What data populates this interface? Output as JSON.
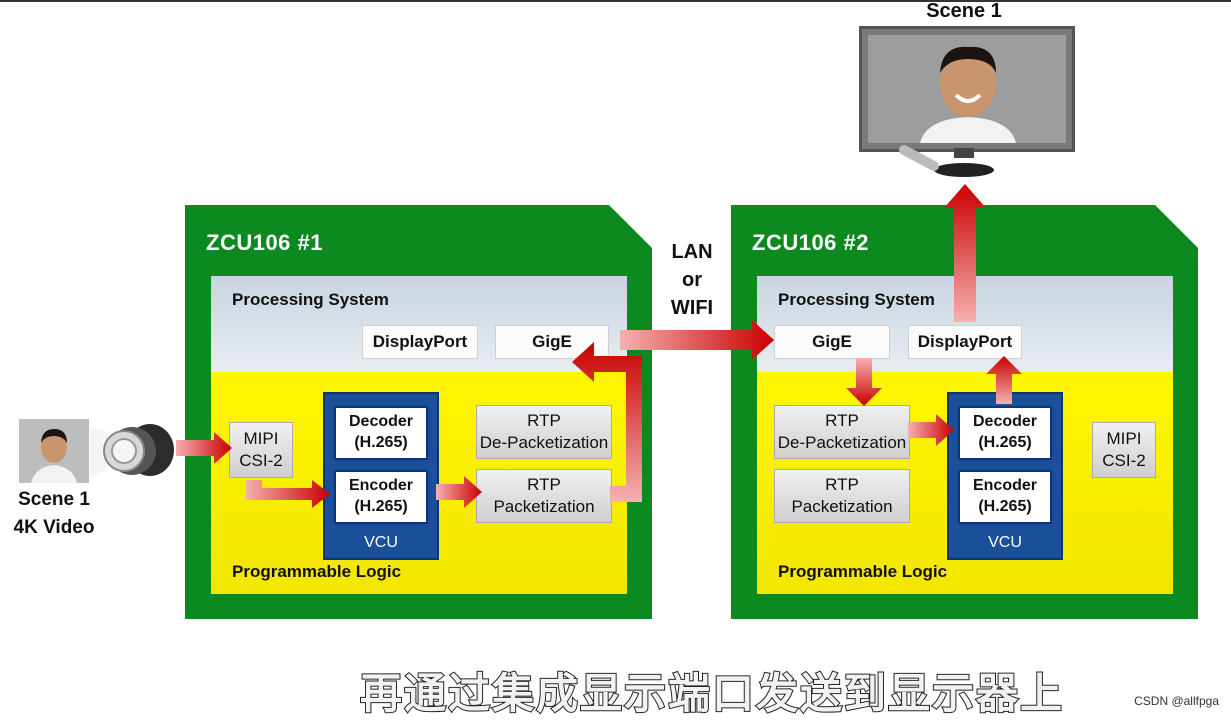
{
  "boards": [
    {
      "title": "ZCU106  #1",
      "ps_label": "Processing System",
      "pl_label": "Programmable Logic",
      "displayport": "DisplayPort",
      "gige": "GigE",
      "mipi": [
        "MIPI",
        "CSI-2"
      ],
      "rtp_depack": [
        "RTP",
        "De-Packetization"
      ],
      "rtp_pack": [
        "RTP",
        "Packetization"
      ],
      "decoder": [
        "Decoder",
        "(H.265)"
      ],
      "encoder": [
        "Encoder",
        "(H.265)"
      ],
      "vcu": "VCU"
    },
    {
      "title": "ZCU106  #2",
      "ps_label": "Processing System",
      "pl_label": "Programmable Logic",
      "displayport": "DisplayPort",
      "gige": "GigE",
      "mipi": [
        "MIPI",
        "CSI-2"
      ],
      "rtp_depack": [
        "RTP",
        "De-Packetization"
      ],
      "rtp_pack": [
        "RTP",
        "Packetization"
      ],
      "decoder": [
        "Decoder",
        "(H.265)"
      ],
      "encoder": [
        "Encoder",
        "(H.265)"
      ],
      "vcu": "VCU"
    }
  ],
  "link_label": [
    "LAN",
    "or",
    "WIFI"
  ],
  "source_label": [
    "Scene 1",
    "4K Video"
  ],
  "monitor_label": "Scene 1",
  "subtitle": "再通过集成显示端口发送到显示器上",
  "watermark": "CSDN @allfpga",
  "colors": {
    "board": "#0d8a1f",
    "pl": "#fff700",
    "vcu": "#1a4f9a",
    "arrow": "#cc0000"
  }
}
